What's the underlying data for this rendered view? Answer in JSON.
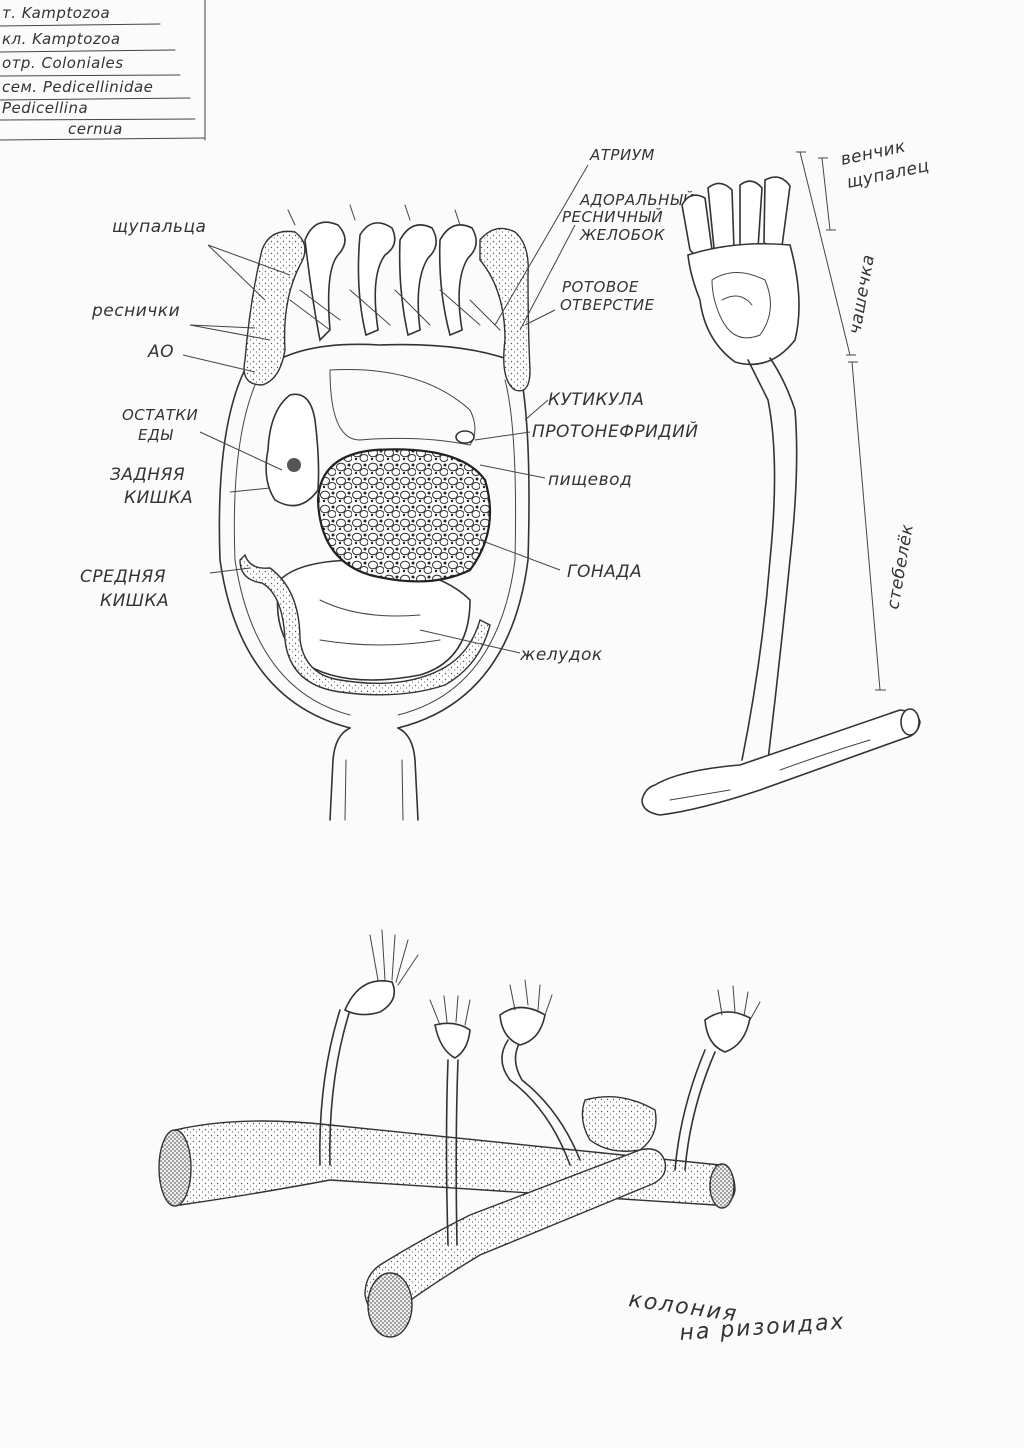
{
  "taxonomy": [
    "т. Kamptozoa",
    "кл. Kamptozoa",
    "отр. Coloniales",
    "сем. Pedicellinidae",
    "Pedicellina",
    "cernua"
  ],
  "labels": {
    "tentacles": "щупальца",
    "cilia": "реснички",
    "ao": "АО",
    "food_remains": [
      "ОСТАТКИ",
      "ЕДЫ"
    ],
    "hindgut": [
      "ЗАДНЯЯ",
      "КИШКА"
    ],
    "midgut": [
      "СРЕДНЯЯ",
      "КИШКА"
    ],
    "atrium": "АТРИУМ",
    "adoral_groove": [
      "АДОРАЛЬНЫЙ",
      "РЕСНИЧНЫЙ",
      "ЖЕЛОБОК"
    ],
    "mouth": [
      "РОТОВОЕ",
      "ОТВЕРСТИЕ"
    ],
    "cuticle": "КУТИКУЛА",
    "protonephridium": "ПРОТОНЕФРИДИЙ",
    "esophagus": "пищевод",
    "gonad": "ГОНАДА",
    "stomach": "желудок",
    "tentacle_crown": [
      "венчик",
      "щупалец"
    ],
    "calyx": "чашечка",
    "stalk": "стебелёк",
    "colony": [
      "колония",
      "на ризоидах"
    ]
  }
}
